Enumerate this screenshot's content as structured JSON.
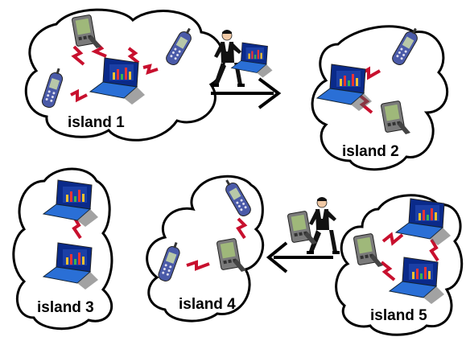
{
  "islands": [
    {
      "id": "1",
      "label": "island 1",
      "devices": [
        "pda",
        "phone",
        "phone",
        "laptop"
      ]
    },
    {
      "id": "2",
      "label": "island 2",
      "devices": [
        "phone",
        "laptop",
        "pda"
      ]
    },
    {
      "id": "3",
      "label": "island 3",
      "devices": [
        "laptop",
        "laptop"
      ]
    },
    {
      "id": "4",
      "label": "island 4",
      "devices": [
        "phone",
        "phone",
        "pda"
      ]
    },
    {
      "id": "5",
      "label": "island 5",
      "devices": [
        "pda",
        "laptop",
        "laptop"
      ]
    }
  ],
  "migrations": [
    {
      "from": "1",
      "to": "2",
      "carried_device": "laptop"
    },
    {
      "from": "5",
      "to": "4",
      "carried_device": "pda"
    }
  ],
  "colors": {
    "cloud_stroke": "#000000",
    "link": "#c8102e",
    "laptop_screen": "#0a2a8a",
    "laptop_body": "#2a6fd6",
    "pda_body": "#7a7a7a",
    "pda_screen": "#9fb87a",
    "phone_body": "#4a5aa8",
    "phone_screen": "#b8c8a8"
  }
}
